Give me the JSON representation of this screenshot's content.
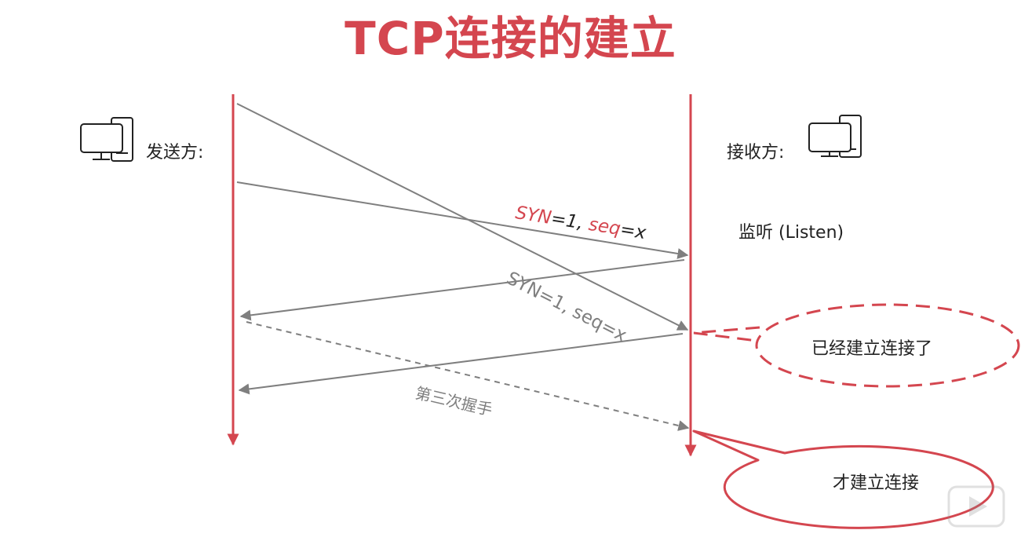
{
  "title": "TCP连接的建立",
  "sender": {
    "label": "发送方:",
    "icon": "computer-icon"
  },
  "receiver": {
    "label": "接收方:",
    "icon": "computer-icon"
  },
  "listen_label": "监听 (Listen)",
  "syn_label": {
    "syn": "SYN",
    "eq1": "=1, ",
    "seq": "seq",
    "eq2": "=x"
  },
  "syn_label_gray": "SYN=1, seq=x",
  "third_handshake": "第三次握手",
  "bubble_established": "已经建立连接了",
  "bubble_only_now": "才建立连接",
  "colors": {
    "accent": "#d4464f",
    "arrow": "#7f7f7f",
    "text": "#222222"
  }
}
